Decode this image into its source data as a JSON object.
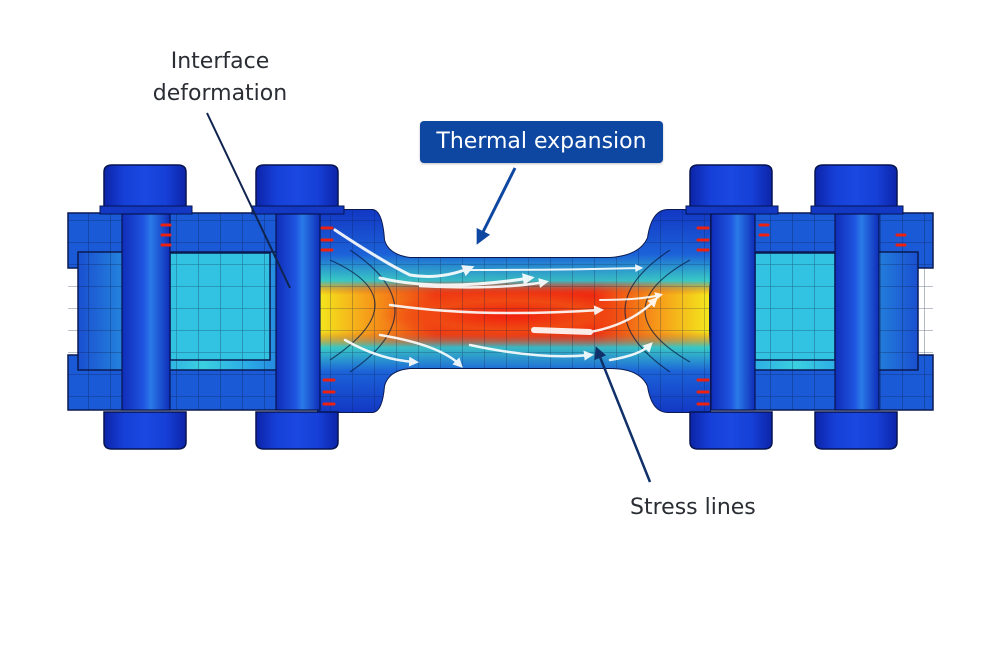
{
  "diagram": {
    "subject": "bolted flanged pipe joint finite element stress analysis",
    "labels": {
      "interface_line1": "Interface",
      "interface_line2": "deformation",
      "thermal": "Thermal expansion",
      "stress": "Stress lines"
    },
    "colors": {
      "badge_bg": "#0d47a1",
      "badge_text": "#ffffff",
      "label_text": "#2a2e34",
      "leader_line": "#0f2550",
      "bolt_blue": "#1030c8",
      "stress_low": "#1238c4",
      "stress_mid": "#22c6e0",
      "stress_high": "#f0e020",
      "stress_max": "#ee2a10"
    },
    "components": {
      "bolts_count": 4,
      "flanges_count": 2,
      "stress_arrows_count": 12
    }
  }
}
